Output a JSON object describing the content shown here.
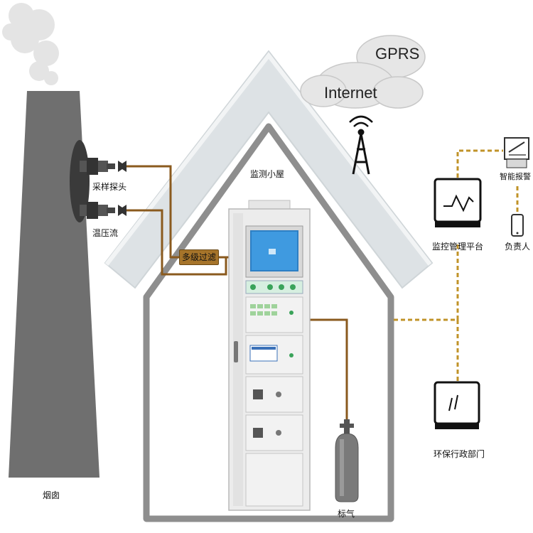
{
  "labels": {
    "chimney": "烟囱",
    "sampling_probe": "采样探头",
    "temp_pressure_flow": "温压流",
    "multi_filter": "多级过滤",
    "monitoring_house": "监测小屋",
    "internet": "Internet",
    "gprs": "GPRS",
    "smart_alarm": "智能报警",
    "monitoring_platform": "监控管理平台",
    "responsible_person": "负责人",
    "env_department": "环保行政部门",
    "standard_gas": "标气"
  },
  "colors": {
    "pipe": "#8a5a1e",
    "dashed_link": "#c09328",
    "chimney": "#6f6f6f",
    "roof": "#dfe4e7",
    "house_wall": "#8e8e8e",
    "cabinet": "#ececec"
  }
}
